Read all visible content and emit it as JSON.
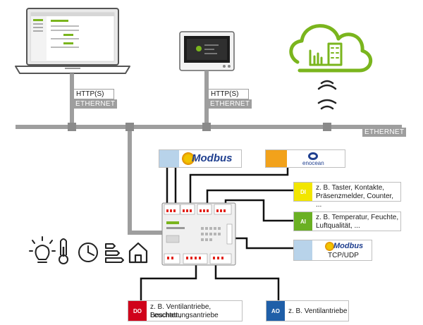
{
  "network": {
    "http1": "HTTP(S)",
    "eth1": "ETHERNET",
    "http2": "HTTP(S)",
    "eth2": "ETHERNET",
    "eth_main": "ETHERNET"
  },
  "modbus_rtu": {
    "tag": "",
    "logo": "Modbus"
  },
  "enocean": {
    "tag": "",
    "logo": "enocean"
  },
  "di": {
    "tag": "DI",
    "line1": "z. B. Taster, Kontakte,",
    "line2": "Präsenzmelder, Counter, ..."
  },
  "ai": {
    "tag": "AI",
    "line1": "z. B. Temperatur, Feuchte,",
    "line2": "Luftqualität, ..."
  },
  "modbus_tcp": {
    "tag": "",
    "logo": "Modbus",
    "caption": "TCP/UDP"
  },
  "do": {
    "tag": "DO",
    "line1": "z. B. Ventilantriebe, Leuchten,",
    "line2": "Beschattungsantriebe"
  },
  "ao": {
    "tag": "AO",
    "line1": "z. B. Ventilantriebe"
  },
  "colors": {
    "bus": "#9e9e9e",
    "green": "#7ab51d",
    "di_yellow": "#f2e600",
    "ai_green": "#6ab023",
    "do_red": "#d0021b",
    "ao_blue": "#1f5fa8",
    "modbus_tag": "#b8d3ea",
    "enocean_tag": "#f2a21b"
  },
  "icons": [
    "light-bulb-icon",
    "thermometer-icon",
    "clock-icon",
    "energy-class-icon",
    "house-icon",
    "laptop-icon",
    "touch-panel-icon",
    "cloud-building-icon",
    "wifi-signal-icon"
  ]
}
